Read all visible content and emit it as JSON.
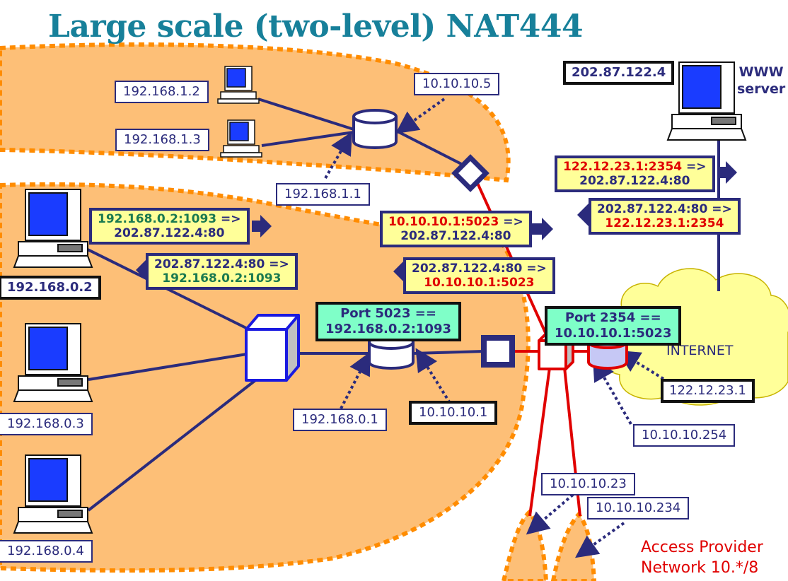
{
  "title": "Large scale (two-level) NAT444",
  "labels": {
    "lan1_host_a": "192.168.1.2",
    "lan1_host_b": "192.168.1.3",
    "lan1_router_inner": "192.168.1.1",
    "lan1_router_outer": "10.10.10.5",
    "lan0_host_a": "192.168.0.2",
    "lan0_host_b": "192.168.0.3",
    "lan0_host_c": "192.168.0.4",
    "lan0_router_inner": "192.168.0.1",
    "lan0_router_outer": "10.10.10.1",
    "www_ip": "202.87.122.4",
    "www_name_line1": "WWW",
    "www_name_line2": "server",
    "cgn_public": "122.12.23.1",
    "cgn_inner": "10.10.10.254",
    "ap_host_a": "10.10.10.23",
    "ap_host_b": "10.10.10.234",
    "internet": "INTERNET",
    "access_line1": "Access Provider",
    "access_line2": "Network 10.*/8"
  },
  "flows": {
    "lan_out_src": "192.168.0.2:1093",
    "lan_out_arrow": " =>",
    "lan_out_dst": "202.87.122.4:80",
    "lan_in_src": "202.87.122.4:80",
    "lan_in_arrow": " =>",
    "lan_in_dst": "192.168.0.2:1093",
    "ap_out_src": "10.10.10.1:5023",
    "ap_out_arrow": " =>",
    "ap_out_dst": "202.87.122.4:80",
    "ap_in_src": "202.87.122.4:80",
    "ap_in_arrow": " =>",
    "ap_in_dst": "10.10.10.1:5023",
    "net_out_src": "122.12.23.1:2354",
    "net_out_arrow": " =>",
    "net_out_dst": "202.87.122.4:80",
    "net_in_src": "202.87.122.4:80",
    "net_in_arrow": " =>",
    "net_in_dst": "122.12.23.1:2354"
  },
  "mappings": {
    "home_line1": "Port 5023 ==",
    "home_line2": "192.168.0.2:1093",
    "cgn_line1": "Port 2354 ==",
    "cgn_line2": "10.10.10.1:5023"
  },
  "colors": {
    "title": "#17809a",
    "orange_area": "#fdbf77",
    "orange_border": "#ff8c00",
    "link_blue": "#2b2b7c",
    "link_red": "#e00000",
    "label_yellow": "#ffff99",
    "label_green": "#7fffc8",
    "cloud": "#ffff99"
  }
}
